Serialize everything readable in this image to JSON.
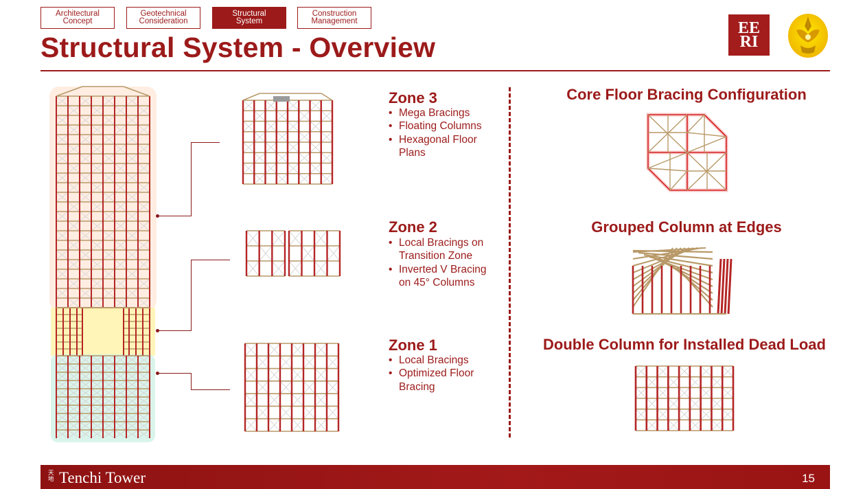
{
  "tabs": [
    {
      "line1": "Architectural",
      "line2": "Concept",
      "active": false
    },
    {
      "line1": "Geotechnical",
      "line2": "Consideration",
      "active": false
    },
    {
      "line1": "Structural",
      "line2": "System",
      "active": true
    },
    {
      "line1": "Construction",
      "line2": "Management",
      "active": false
    }
  ],
  "title": "Structural System - Overview",
  "logos": {
    "eeri_line1": "EE",
    "eeri_line2": "RI"
  },
  "zones": [
    {
      "title": "Zone 3",
      "items": [
        "Mega Bracings",
        "Floating Columns",
        "Hexagonal Floor",
        "Plans"
      ]
    },
    {
      "title": "Zone 2",
      "items": [
        "Local Bracings on",
        "Transition  Zone",
        "Inverted V Bracing",
        "on 45° Columns"
      ]
    },
    {
      "title": "Zone 1",
      "items": [
        "Local Bracings",
        "Optimized Floor",
        "Bracing"
      ]
    }
  ],
  "right_headings": {
    "core": "Core Floor Bracing Configuration",
    "grouped": "Grouped Column at Edges",
    "double": "Double Column for Installed Dead Load"
  },
  "footer": {
    "kanji_top": "天",
    "kanji_bottom": "地",
    "brand": "Tenchi Tower",
    "page": "15"
  },
  "colors": {
    "accent": "#9c1a1a",
    "column": "#b52525",
    "beam": "#b89968",
    "brace": "#d8d8d8"
  }
}
